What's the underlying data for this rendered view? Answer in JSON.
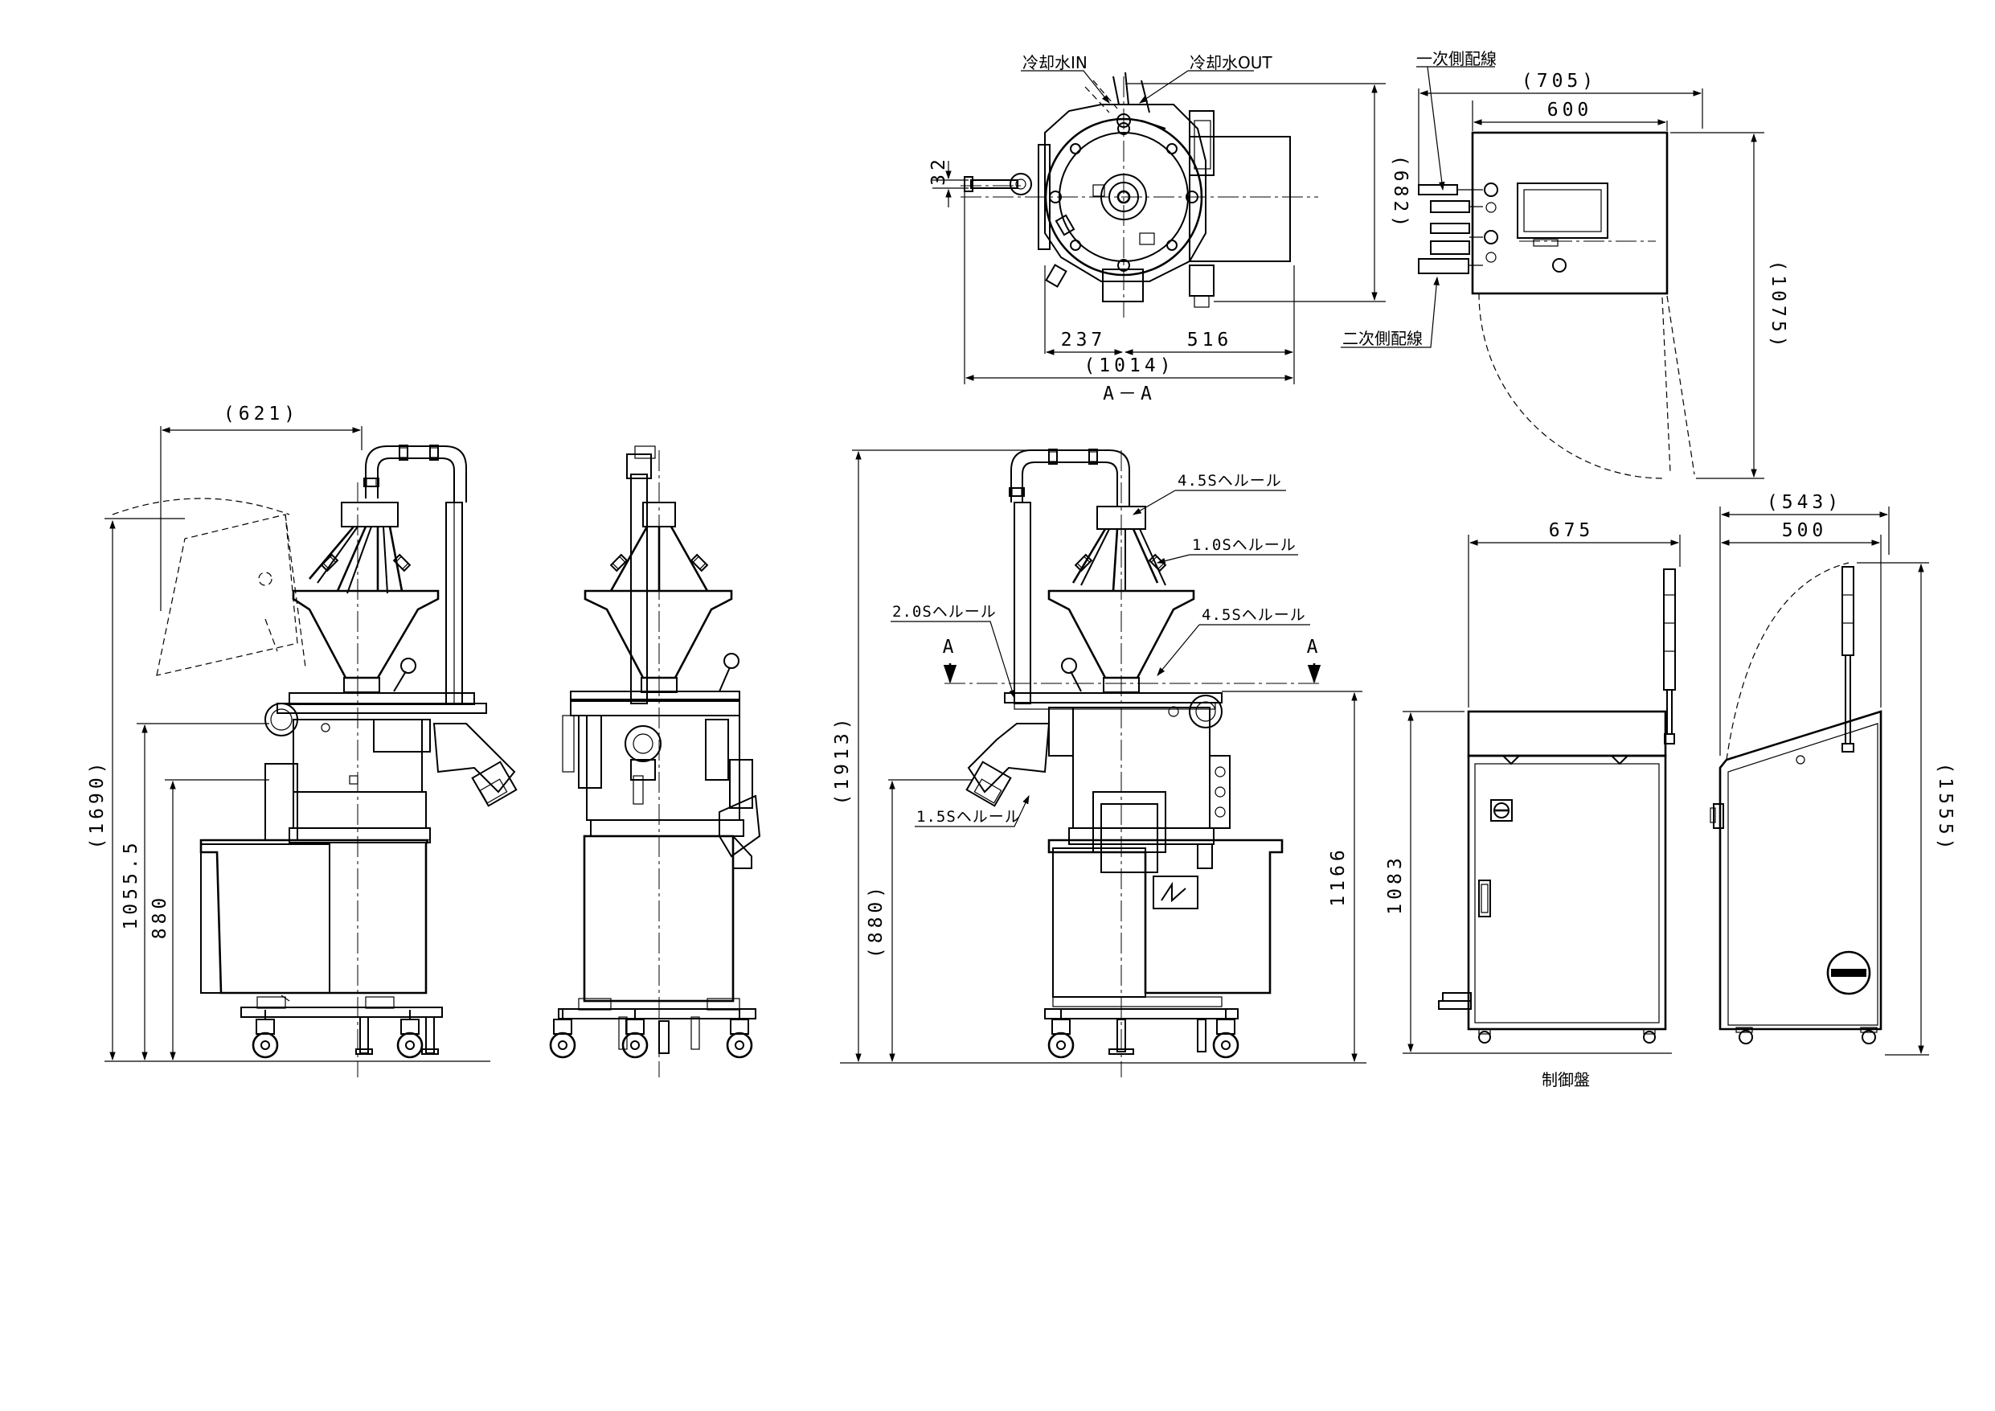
{
  "top_view": {
    "label_cooling_in": "冷却水IN",
    "label_cooling_out": "冷却水OUT",
    "dim_32": "32",
    "dim_682": "(682)",
    "dim_237": "237",
    "dim_516": "516",
    "dim_1014": "(1014)",
    "section_title": "A－A"
  },
  "panel_top_view": {
    "label_primary_wiring": "一次側配線",
    "label_secondary_wiring": "二次側配線",
    "dim_705": "(705)",
    "dim_600": "600",
    "dim_1075": "(1075)"
  },
  "left_view": {
    "dim_621": "(621)",
    "dim_1690": "(1690)",
    "dim_1055_5": "1055.5",
    "dim_880": "880"
  },
  "front_view": {
    "dim_1913": "(1913)",
    "dim_880": "(880)",
    "dim_1166": "1166",
    "section_mark": "A",
    "ferrule_4_5s_top": "4.5Sヘルール",
    "ferrule_1_0s": "1.0Sヘルール",
    "ferrule_2_0s": "2.0Sヘルール",
    "ferrule_4_5s_hopper": "4.5Sヘルール",
    "ferrule_1_5s": "1.5Sヘルール"
  },
  "control_panel": {
    "dim_675": "675",
    "dim_543": "(543)",
    "dim_500": "500",
    "dim_1083": "1083",
    "dim_1555": "(1555)",
    "caption": "制御盤"
  }
}
